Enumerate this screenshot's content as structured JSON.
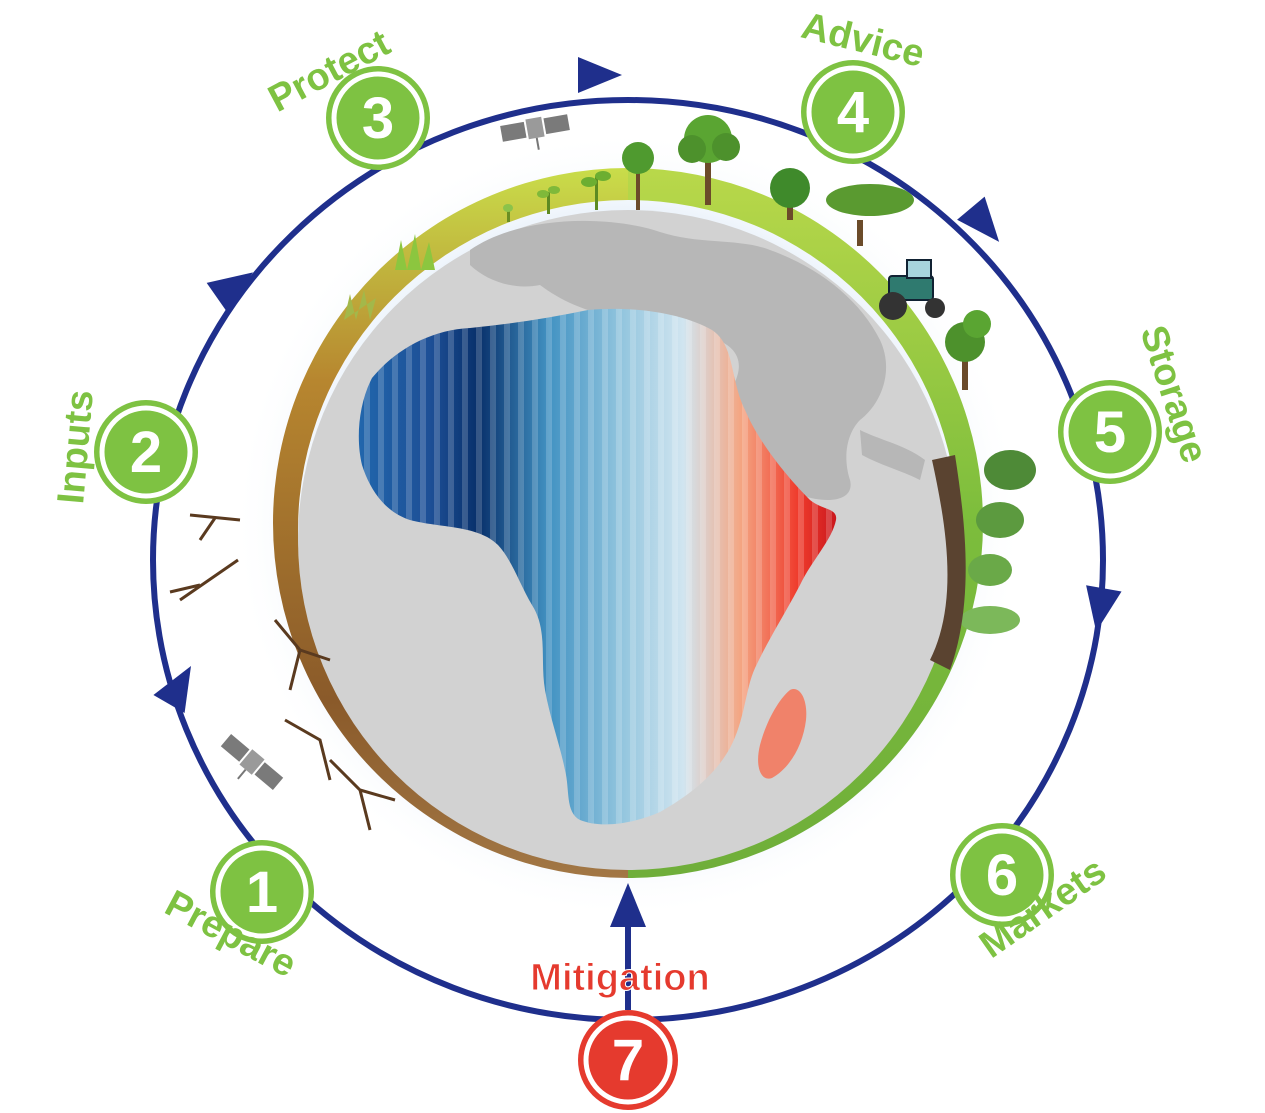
{
  "colors": {
    "cycle_line": "#1f2f8c",
    "step_green": "#7ec242",
    "step_green_ring": "#ffffff",
    "step_red": "#e53a2e",
    "label_green": "#7ec242",
    "label_red": "#e53a2e",
    "globe_grey": "#cfcfcf",
    "land_grey": "#b5b5b5"
  },
  "steps": [
    {
      "number": "1",
      "label": "Prepare"
    },
    {
      "number": "2",
      "label": "Inputs"
    },
    {
      "number": "3",
      "label": "Protect"
    },
    {
      "number": "4",
      "label": "Advice"
    },
    {
      "number": "5",
      "label": "Storage"
    },
    {
      "number": "6",
      "label": "Markets"
    },
    {
      "number": "7",
      "label": "Mitigation"
    }
  ],
  "icons": {
    "satellite_top": "satellite-icon",
    "satellite_left": "satellite-icon",
    "tractor": "tractor-icon",
    "warming_stripes_africa": "warming-stripes-africa"
  }
}
